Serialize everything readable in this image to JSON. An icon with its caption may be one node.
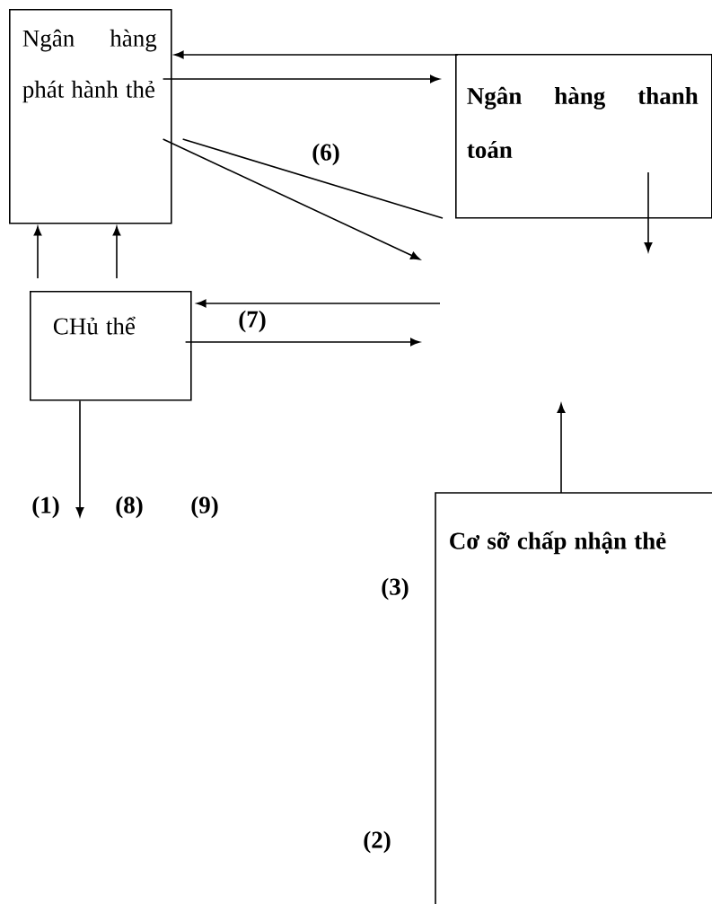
{
  "diagram": {
    "nodes": [
      {
        "text": [
          "Ngân hàng phát hành thẻ"
        ]
      },
      {
        "text": [
          "Ngân hàng thanh toán"
        ]
      },
      {
        "text": [
          "CHủ thể"
        ]
      },
      {
        "text": [
          "Cơ sỡ chấp nhận thẻ"
        ]
      }
    ],
    "edges": [
      {
        "from": 1,
        "to": 0,
        "arrow": "to"
      },
      {
        "from": 0,
        "to": 1,
        "arrow": "to"
      },
      {
        "from": 0,
        "to": null,
        "arrow": "to"
      },
      {
        "from": 0,
        "to": null,
        "arrow": "none"
      },
      {
        "from": 2,
        "to": 0,
        "arrow": "to"
      },
      {
        "from": 2,
        "to": 0,
        "arrow": "to"
      },
      {
        "from": null,
        "to": 2,
        "arrow": "to"
      },
      {
        "from": 2,
        "to": null,
        "arrow": "to"
      },
      {
        "from": 2,
        "to": null,
        "arrow": "to"
      },
      {
        "from": 1,
        "to": null,
        "arrow": "to"
      },
      {
        "from": 3,
        "to": null,
        "arrow": "to"
      }
    ],
    "labels": [
      "(6)",
      "(7)",
      "(1)",
      "(8)",
      "(9)",
      "(3)",
      "(2)"
    ]
  }
}
